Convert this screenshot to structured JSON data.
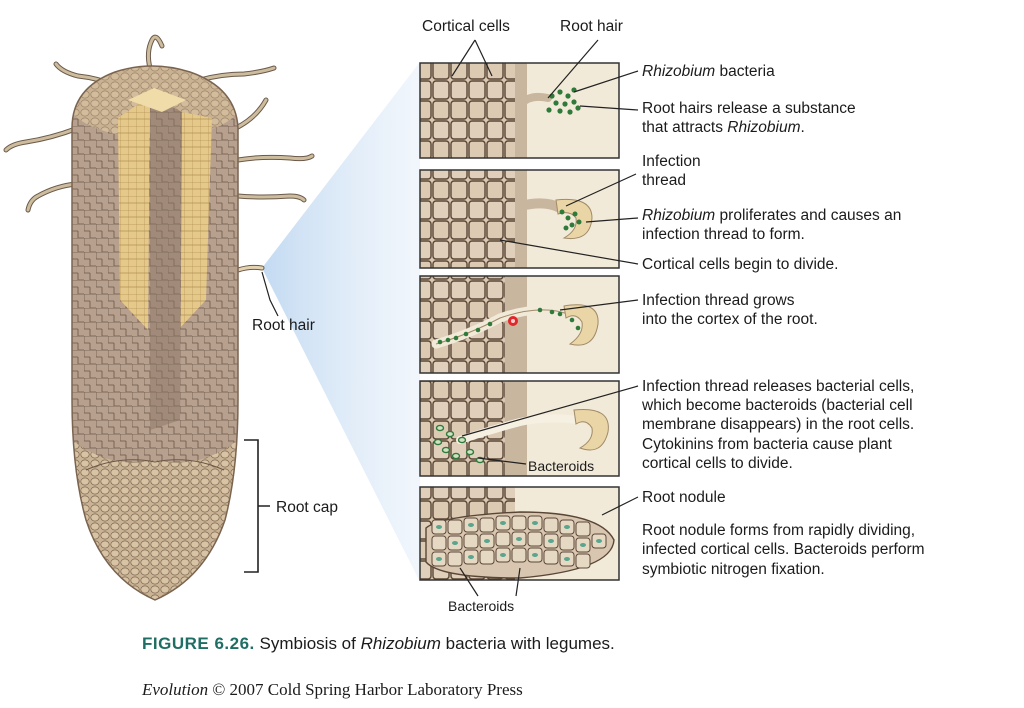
{
  "labels": {
    "cortical_cells": "Cortical cells",
    "root_hair_top": "Root hair",
    "root_hair_left": "Root hair",
    "root_cap": "Root cap",
    "bacteroids_panel4": "Bacteroids",
    "bacteroids_panel5": "Bacteroids"
  },
  "steps": [
    {
      "title_italic": "Rhizobium",
      "title_rest": " bacteria",
      "line1": "Root hairs release a substance",
      "line2_plain": "that attracts ",
      "line2_italic": "Rhizobium",
      "line2_end": "."
    },
    {
      "title1": "Infection",
      "title2": "thread",
      "line1_italic": "Rhizobium",
      "line1_rest": " proliferates and causes an",
      "line2": "infection thread to form.",
      "line3": "Cortical cells begin to divide."
    },
    {
      "line1": "Infection thread grows",
      "line2": "into the cortex of the root."
    },
    {
      "line1": "Infection thread releases bacterial cells,",
      "line2": "which become bacteroids (bacterial cell",
      "line3": "membrane disappears) in the root cells.",
      "line4": "Cytokinins from bacteria cause plant",
      "line5": "cortical cells to divide."
    },
    {
      "title": "Root nodule",
      "line1": "Root nodule forms from rapidly dividing,",
      "line2": "infected cortical cells. Bacteroids perform",
      "line3": "symbiotic nitrogen fixation."
    }
  ],
  "caption": {
    "figure_number": "FIGURE 6.26.",
    "text_before": " Symbiosis of ",
    "text_italic": "Rhizobium",
    "text_after": " bacteria with legumes."
  },
  "credit": {
    "italic": "Evolution",
    "rest": " © 2007 Cold Spring Harbor Laboratory Press"
  },
  "colors": {
    "cell_wall": "#5a4636",
    "cell_fill": "#d8c6b0",
    "stele": "#e8c27a",
    "root_hair": "#ead9b6",
    "bacteria": "#2f7a3a",
    "highlight": "#cfe3f5",
    "red_dot": "#e0282c",
    "caption_teal": "#1f6e64"
  }
}
